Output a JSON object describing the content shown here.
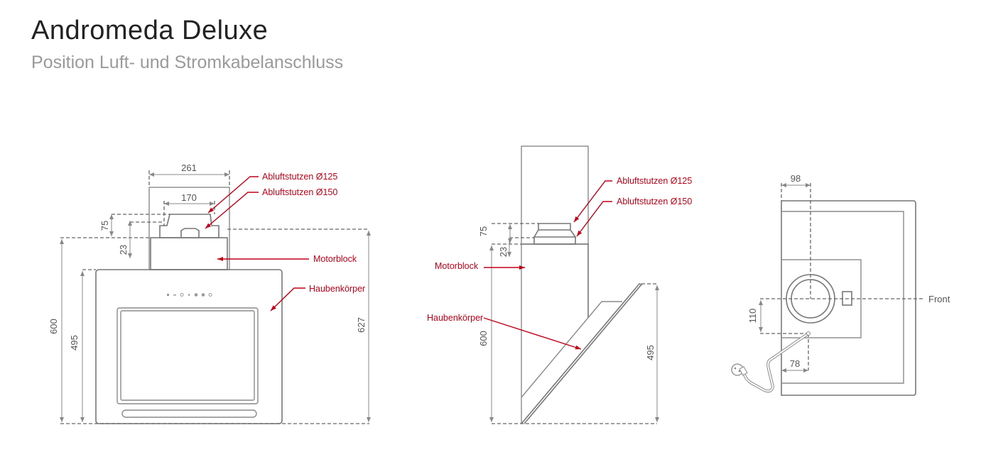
{
  "header": {
    "title": "Andromeda Deluxe",
    "subtitle": "Position Luft- und Stromkabelanschluss"
  },
  "colors": {
    "accent": "#c00018",
    "lines": "#888888"
  },
  "front_view": {
    "dims": {
      "width_top": "261",
      "width_stutzen": "170",
      "h75": "75",
      "h23": "23",
      "h600": "600",
      "h495": "495",
      "h627": "627"
    },
    "labels": {
      "stutzen125": "Abluftstutzen Ø125",
      "stutzen150": "Abluftstutzen Ø150",
      "motor": "Motorblock",
      "body": "Haubenkörper"
    }
  },
  "side_view": {
    "dims": {
      "h75": "75",
      "h23": "23",
      "h600": "600",
      "h495": "495"
    },
    "labels": {
      "stutzen125": "Abluftstutzen Ø125",
      "stutzen150": "Abluftstutzen Ø150",
      "motor": "Motorblock",
      "body": "Haubenkörper"
    }
  },
  "top_view": {
    "dims": {
      "d98": "98",
      "d110": "110",
      "d78": "78"
    },
    "labels": {
      "front": "Front"
    }
  }
}
